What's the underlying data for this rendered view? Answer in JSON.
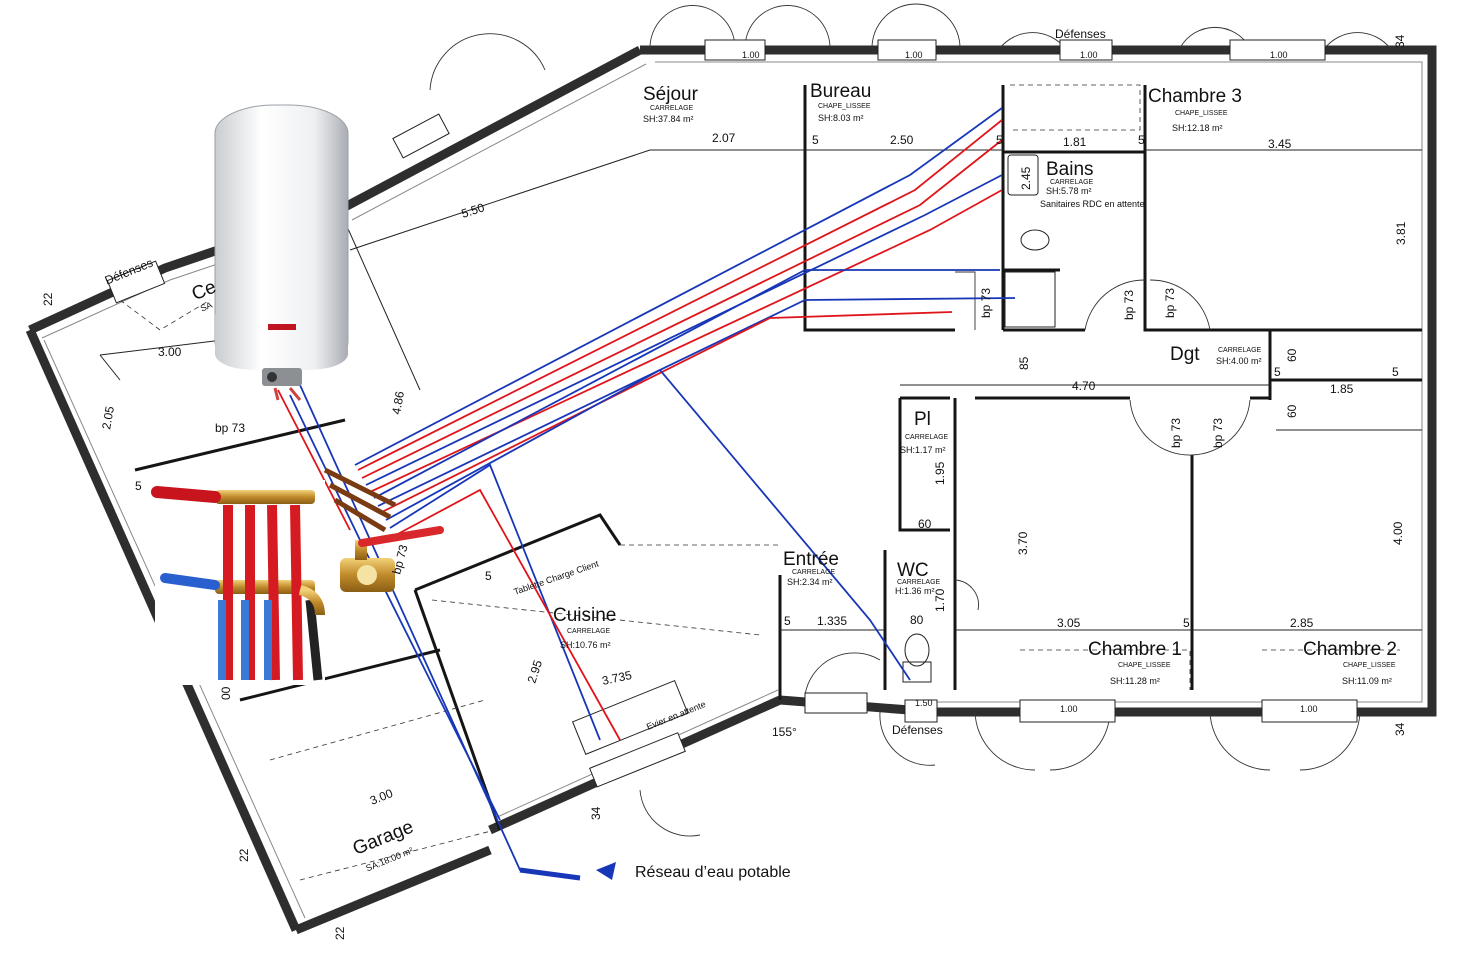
{
  "rooms": {
    "sejour": {
      "name": "Séjour",
      "finish": "CARRELAGE",
      "area": "SH:37.84 m²"
    },
    "bureau": {
      "name": "Bureau",
      "finish": "CHAPE_LISSEE",
      "area": "SH:8.03 m²"
    },
    "chambre3": {
      "name": "Chambre 3",
      "finish": "CHAPE_LISSEE",
      "area": "SH:12.18 m²"
    },
    "bains": {
      "name": "Bains",
      "finish": "CARRELAGE",
      "area": "SH:5.78 m²",
      "note": "Sanitaires RDC en attente"
    },
    "dgt": {
      "name": "Dgt",
      "finish": "CARRELAGE",
      "area": "SH:4.00 m²"
    },
    "pl": {
      "name": "Pl",
      "finish": "CARRELAGE",
      "area": "SH:1.17 m²"
    },
    "entree": {
      "name": "Entrée",
      "finish": "CARRELAGE",
      "area": "SH:2.34 m²"
    },
    "wc": {
      "name": "WC",
      "finish": "CARRELAGE",
      "area": "H:1.36 m²"
    },
    "cuisine": {
      "name": "Cuisine",
      "finish": "CARRELAGE",
      "area": "SH:10.76 m²"
    },
    "chambre1": {
      "name": "Chambre 1",
      "finish": "CHAPE_LISSEE",
      "area": "SH:11.28 m²"
    },
    "chambre2": {
      "name": "Chambre 2",
      "finish": "CHAPE_LISSEE",
      "area": "SH:11.09 m²"
    },
    "garage": {
      "name": "Garage",
      "area": "SA:18.00 m²"
    },
    "cellier": {
      "name": "Ce",
      "area": "SA"
    }
  },
  "labels": {
    "defenses": "Défenses",
    "bp73": "bp 73",
    "tablette": "Tablette Charge Client",
    "evier": "Evier en attente",
    "angle": "155°",
    "wc_dim": "1.50",
    "reseau": "Réseau d’eau potable",
    "window_dim": "1.00"
  },
  "dims": {
    "d207": "2.07",
    "d250": "2.50",
    "d181": "1.81",
    "d345": "3.45",
    "d550": "5.50",
    "d381": "3.81",
    "d245": "2.45",
    "d300": "3.00",
    "d205": "2.05",
    "d486": "4.86",
    "d470": "4.70",
    "d185": "1.85",
    "d60": "60",
    "d85": "85",
    "d195": "1.95",
    "d370": "3.70",
    "d400": "4.00",
    "d305": "3.05",
    "d285": "2.85",
    "d1335": "1.335",
    "d3735": "3.735",
    "d295": "2.95",
    "d170": "1.70",
    "d80": "80",
    "d34": "34",
    "d22": "22",
    "d5": "5",
    "d700": "00"
  },
  "colors": {
    "hot_water": "#e0151b",
    "cold_water": "#1737b8",
    "wall": "#2e2e2e"
  },
  "icons": {
    "heater": "water-heater-icon",
    "manifold": "manifold-icon",
    "valve": "ball-valve-icon",
    "arrow": "arrowhead-icon"
  }
}
